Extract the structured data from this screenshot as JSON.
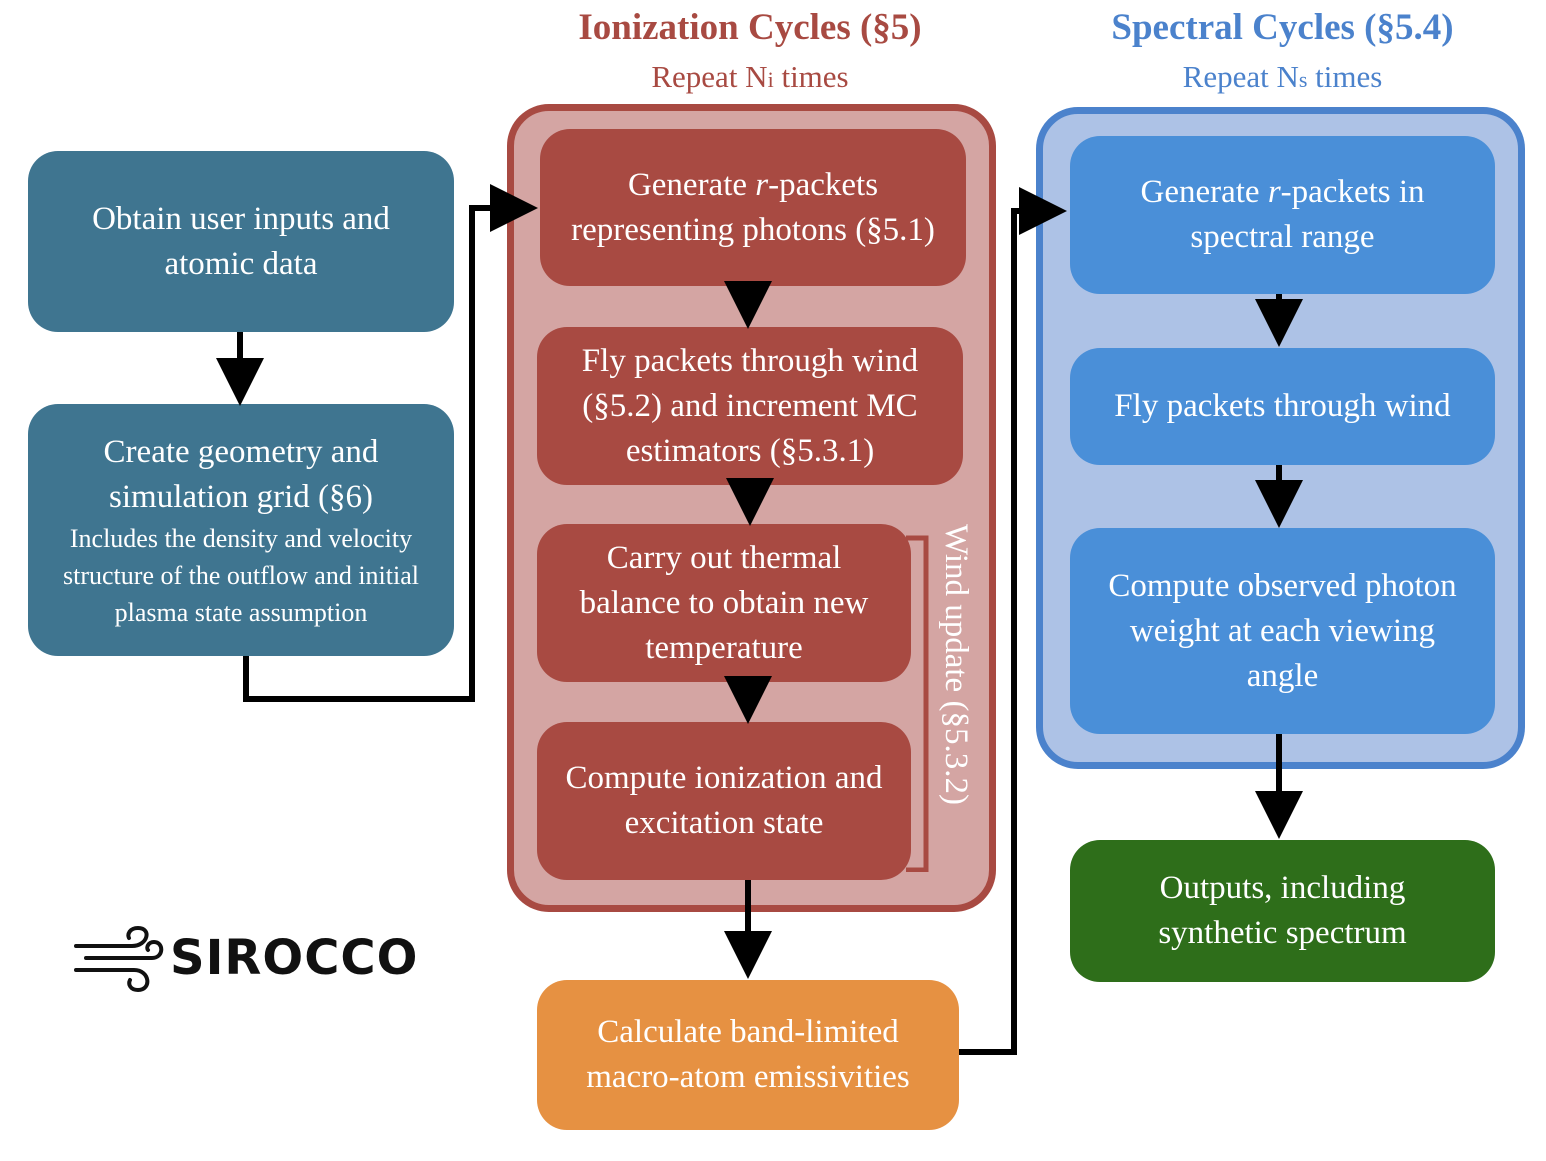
{
  "ionization": {
    "title": "Ionization Cycles (§5)",
    "repeat_pre": "Repeat N",
    "repeat_sub": "i",
    "repeat_post": " times",
    "steps": {
      "generate": {
        "pre": "Generate ",
        "r": "r",
        "post": "-packets",
        "line2": "representing photons (§5.1)"
      },
      "fly": {
        "line1": "Fly packets through wind",
        "line2": "(§5.2) and increment MC",
        "line3": "estimators (§5.3.1)"
      },
      "thermal": {
        "line1": "Carry out thermal",
        "line2": "balance to obtain new",
        "line3": "temperature"
      },
      "ionize": {
        "line1": "Compute ionization and",
        "line2": "excitation state"
      }
    },
    "wind_update_label": "Wind update (§5.3.2)"
  },
  "spectral": {
    "title": "Spectral Cycles (§5.4)",
    "repeat_pre": "Repeat N",
    "repeat_sub": "s",
    "repeat_post": " times",
    "steps": {
      "generate": {
        "pre": "Generate ",
        "r": "r",
        "post": "-packets in",
        "line2": "spectral range"
      },
      "fly": {
        "line1": "Fly packets through wind"
      },
      "observe": {
        "line1": "Compute observed photon",
        "line2": "weight at each viewing",
        "line3": "angle"
      }
    }
  },
  "setup": {
    "inputs": {
      "line1": "Obtain user inputs and",
      "line2": "atomic data"
    },
    "geometry": {
      "line1": "Create geometry and",
      "line2": "simulation grid (§6)",
      "detail1": "Includes the density and velocity",
      "detail2": "structure of the outflow and initial",
      "detail3": "plasma state assumption"
    }
  },
  "emissivities": {
    "line1": "Calculate band-limited",
    "line2": "macro-atom emissivities"
  },
  "outputs": {
    "line1": "Outputs, including",
    "line2": "synthetic spectrum"
  },
  "logo": {
    "text": "SIROCCO"
  },
  "colors": {
    "setup": "#3f7590",
    "ionization_title": "#a84a42",
    "ionization_panel": "#d4a5a3",
    "ionization_border": "#a84a42",
    "ionization_box": "#a84a42",
    "spectral_title": "#4b82cc",
    "spectral_panel": "#adc2e6",
    "spectral_border": "#4b82cc",
    "spectral_box": "#4a8fd8",
    "emissivities": "#e69142",
    "outputs": "#2e6e1a",
    "arrow": "#000000"
  },
  "icons": {
    "logo": "wind-icon",
    "arrows": "arrow-icon"
  }
}
